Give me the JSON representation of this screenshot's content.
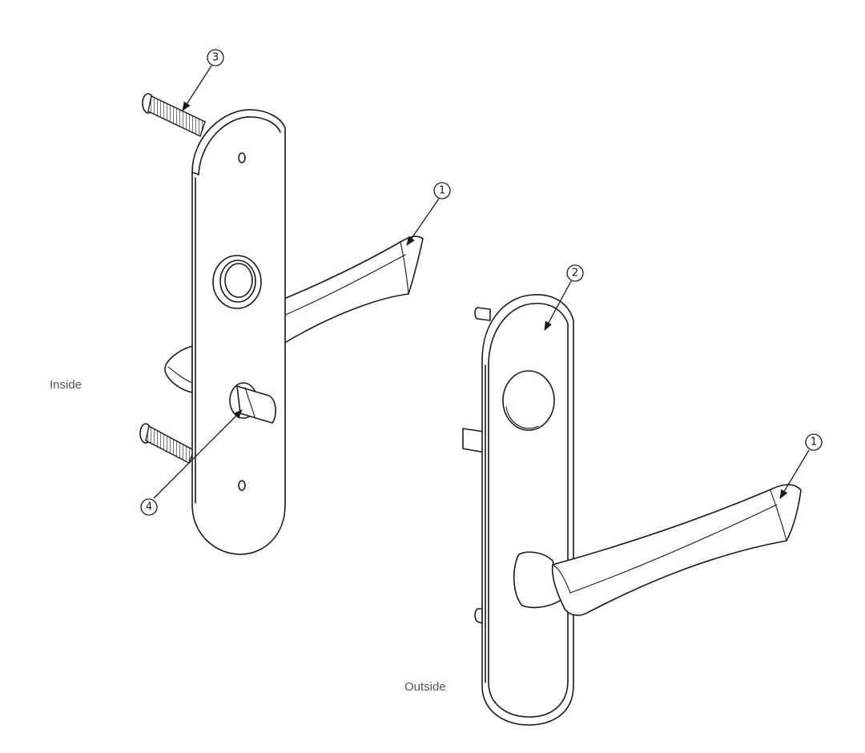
{
  "labels": {
    "inside": "Inside",
    "outside": "Outside"
  },
  "callouts": {
    "lever_handle": "1",
    "lever_handle_outside": "1",
    "outside_rose_plate": "2",
    "mounting_screw": "3",
    "privacy_thumbturn": "4"
  },
  "colors": {
    "line": "#1a1a1a",
    "label": "#555555",
    "background": "#ffffff"
  }
}
